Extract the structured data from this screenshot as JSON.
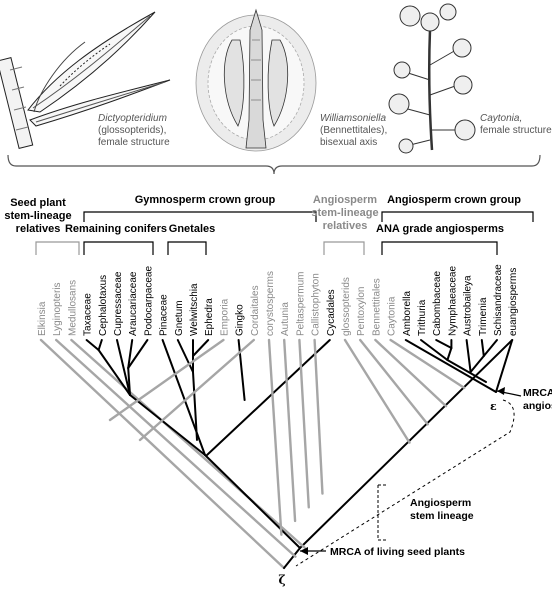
{
  "fossils": [
    {
      "name": "Dictyopteridium",
      "line2": "(glossopterids),",
      "line3": "female structure",
      "icon": "glossopterid-leaf-icon"
    },
    {
      "name": "Williamsoniella",
      "line2": "(Bennettitales),",
      "line3": "bisexual axis",
      "icon": "bennettitalean-flower-icon"
    },
    {
      "name": "Caytonia,",
      "line2": "female structure",
      "line3": "",
      "icon": "caytonia-axis-icon"
    }
  ],
  "groups": {
    "seed_plant_stem": [
      "Seed plant",
      "stem-lineage",
      "relatives"
    ],
    "gymnosperm_crown": "Gymnosperm crown group",
    "remaining_conifers": "Remaining conifers",
    "gnetales": "Gnetales",
    "angiosperm_stem_relatives": [
      "Angiosperm",
      "stem-lineage",
      "relatives"
    ],
    "angiosperm_crown": "Angiosperm crown group",
    "ana_grade": "ANA grade angiosperms"
  },
  "taxa": [
    {
      "name": "Elkinsia",
      "extant": false
    },
    {
      "name": "Lyginopteris",
      "extant": false
    },
    {
      "name": "Medullosans",
      "extant": false
    },
    {
      "name": "Taxaceae",
      "extant": true
    },
    {
      "name": "Cephalotaxus",
      "extant": true
    },
    {
      "name": "Cupressaceae",
      "extant": true
    },
    {
      "name": "Araucariaceae",
      "extant": true
    },
    {
      "name": "Podocarpaceae",
      "extant": true
    },
    {
      "name": "Pinaceae",
      "extant": true
    },
    {
      "name": "Gnetum",
      "extant": true
    },
    {
      "name": "Welwitschia",
      "extant": true
    },
    {
      "name": "Ephedra",
      "extant": true
    },
    {
      "name": "Emporia",
      "extant": false
    },
    {
      "name": "Gingko",
      "extant": true
    },
    {
      "name": "Cordaitales",
      "extant": false
    },
    {
      "name": "corystosperms",
      "extant": false
    },
    {
      "name": "Autunia",
      "extant": false
    },
    {
      "name": "Peltaspermum",
      "extant": false
    },
    {
      "name": "Callistophyton",
      "extant": false
    },
    {
      "name": "Cycadales",
      "extant": true
    },
    {
      "name": "glossopterids",
      "extant": false
    },
    {
      "name": "Pentoxylon",
      "extant": false
    },
    {
      "name": "Bennettitales",
      "extant": false
    },
    {
      "name": "Caytonia",
      "extant": false
    },
    {
      "name": "Amborella",
      "extant": true
    },
    {
      "name": "Trithuria",
      "extant": true
    },
    {
      "name": "Cabombaceae",
      "extant": true
    },
    {
      "name": "Nymphaeaceae",
      "extant": true
    },
    {
      "name": "Austrobaileya",
      "extant": true
    },
    {
      "name": "Trimenia",
      "extant": true
    },
    {
      "name": "Schisandraceae",
      "extant": true
    },
    {
      "name": "euangiosperms",
      "extant": true
    }
  ],
  "annotations": {
    "mrca_angiosperms": [
      "MRCA of living",
      "angiosperms"
    ],
    "epsilon": "ε",
    "angiosperm_stem": [
      "Angiosperm",
      "stem lineage"
    ],
    "mrca_seed_plants": "MRCA of living seed plants",
    "zeta": "ζ"
  },
  "colors": {
    "extant": "#000000",
    "fossil": "#a6a6a6",
    "text": "#000000",
    "fossil_text": "#8a8a8a"
  }
}
